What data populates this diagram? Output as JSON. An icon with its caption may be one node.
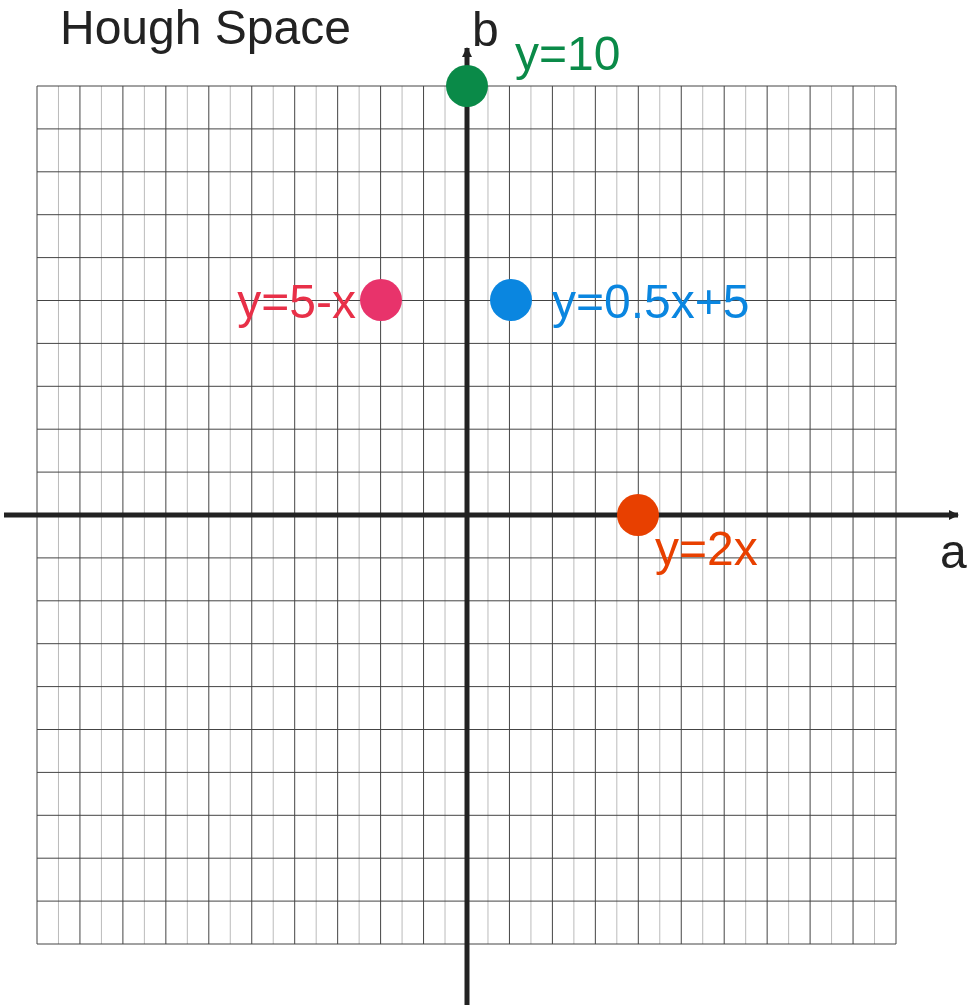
{
  "diagram": {
    "title": "Hough Space",
    "nodes": [
      {
        "text": [],
        "shape": "circle",
        "beside": [
          "y=10"
        ]
      },
      {
        "text": [],
        "shape": "circle",
        "beside": [
          "y=5-x"
        ]
      },
      {
        "text": [],
        "shape": "circle",
        "beside": [
          "y=0.5x+5"
        ]
      },
      {
        "text": [],
        "shape": "circle",
        "beside": [
          "y=2x"
        ]
      }
    ],
    "edges": [],
    "labels": [
      "b",
      "a"
    ]
  }
}
